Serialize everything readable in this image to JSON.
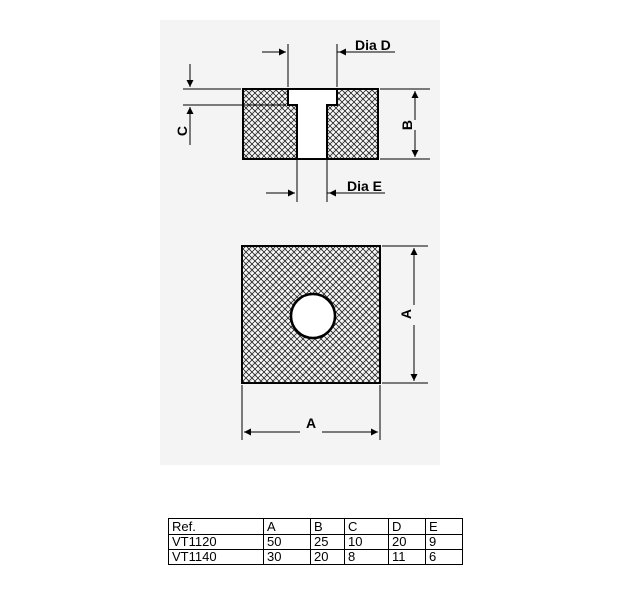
{
  "drawing": {
    "side_view_labels": {
      "dia_d": "Dia D",
      "dia_e": "Dia E",
      "c": "C",
      "b": "B"
    },
    "top_view_labels": {
      "a_horizontal": "A",
      "a_vertical": "A"
    }
  },
  "table": {
    "headers": [
      "Ref.",
      "A",
      "B",
      "C",
      "D",
      "E"
    ],
    "rows": [
      [
        "VT1120",
        "50",
        "25",
        "10",
        "20",
        "9"
      ],
      [
        "VT1140",
        "30",
        "20",
        "8",
        "11",
        "6"
      ]
    ]
  }
}
